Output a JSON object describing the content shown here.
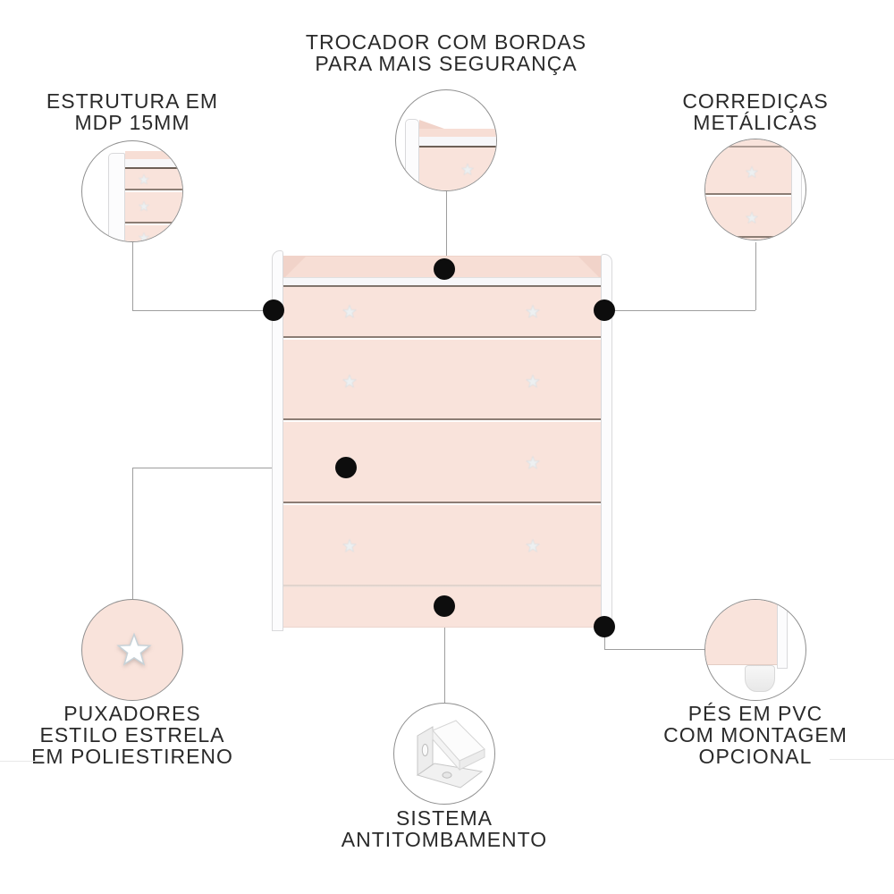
{
  "callouts": {
    "estrutura": {
      "lines": [
        "ESTRUTURA EM",
        "MDP 15MM"
      ]
    },
    "trocador": {
      "lines": [
        "TROCADOR COM BORDAS",
        "PARA MAIS SEGURANÇA"
      ]
    },
    "corredicas": {
      "lines": [
        "CORREDIÇAS",
        "METÁLICAS"
      ]
    },
    "puxadores": {
      "lines": [
        "PUXADORES",
        "ESTILO ESTRELA",
        "EM POLIESTIRENO"
      ]
    },
    "pes": {
      "lines": [
        "PÉS EM PVC",
        "COM MONTAGEM",
        "OPCIONAL"
      ]
    },
    "sistema": {
      "lines": [
        "SISTEMA",
        "ANTITOMBAMENTO"
      ]
    }
  },
  "furniture": {
    "drawer_count": 4,
    "knobs_per_drawer": 2,
    "knob_shape": "star"
  },
  "colors": {
    "body_pink": "#f9e3db",
    "back_pink": "#f7ded5",
    "panel_white": "#fcfcfd",
    "knob_white": "#eef2f4",
    "text": "#2a2a2a",
    "connector_gray": "#9e9e9e",
    "dot_black": "#0d0d0d",
    "circle_border": "#8f8f8f"
  }
}
